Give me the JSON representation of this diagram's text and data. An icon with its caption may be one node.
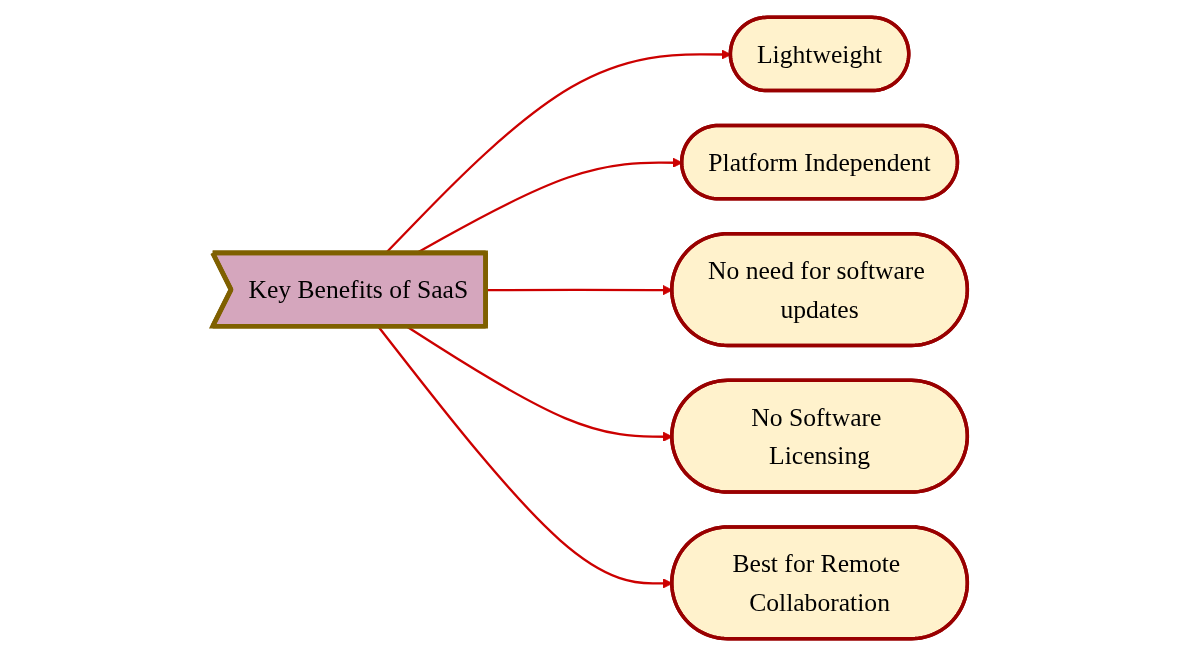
{
  "diagram": {
    "nodes": [
      {
        "text": [
          "Key Benefits of SaaS"
        ]
      },
      {
        "text": [
          "Lightweight"
        ]
      },
      {
        "text": [
          "Platform Independent"
        ]
      },
      {
        "text": [
          "No need for software updates"
        ]
      },
      {
        "text": [
          "No Software Licensing"
        ]
      },
      {
        "text": [
          "Best for Remote Collaboration"
        ]
      }
    ],
    "edges": [
      {
        "from": 0,
        "to": 1,
        "arrow": "to"
      },
      {
        "from": 0,
        "to": 2,
        "arrow": "to"
      },
      {
        "from": 0,
        "to": 3,
        "arrow": "to"
      },
      {
        "from": 0,
        "to": 4,
        "arrow": "to"
      },
      {
        "from": 0,
        "to": 5,
        "arrow": "to"
      }
    ]
  }
}
